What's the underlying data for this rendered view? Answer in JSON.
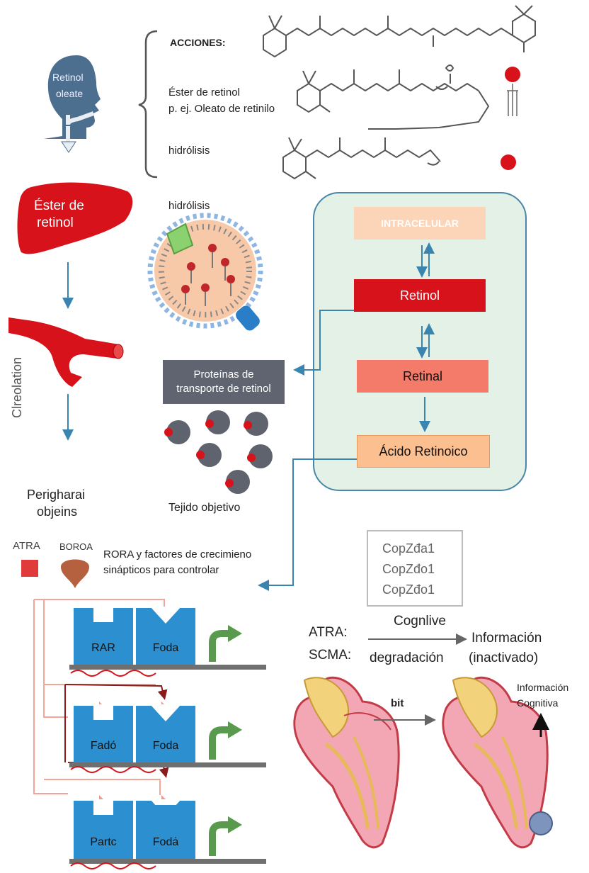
{
  "head": {
    "line1": "Retinol",
    "line2": "oleate"
  },
  "actions": {
    "title": "ACCIONES:",
    "ester_line1": "Éster de retinol",
    "ester_line2": "p. ej. Oleato de retinilo",
    "hydrolysis": "hidrólisis"
  },
  "liver": {
    "line1": "Éster de",
    "line2": "retinol"
  },
  "micelle_label": "hidrólisis",
  "circulation_label": "Clreolation",
  "peripheral": {
    "line1": "Perigharai",
    "line2": "objeins"
  },
  "transport_box": {
    "line1": "Proteínas de",
    "line2": "transporte de retinol"
  },
  "target_tissue": "Tejido objetivo",
  "intracellular": {
    "header": "INTRACELULAR",
    "retinol": "Retinol",
    "retinal": "Retinal",
    "acid": "Ácido Retinoico"
  },
  "legend": {
    "atra": "ATRA",
    "boroa": "BOROA"
  },
  "rora": {
    "line1": "RORA y factores de crecimieno",
    "line2": "sinápticos para controlar"
  },
  "gene_rows": [
    {
      "left": "RAR",
      "right": "Foda"
    },
    {
      "left": "Fadó",
      "right": "Foda"
    },
    {
      "left": "Partc",
      "right": "Fodȧ"
    }
  ],
  "copy_box": [
    "CopZđa1",
    "CopZđo1",
    "CopZđo1"
  ],
  "cognition": {
    "atra": "ATRA:",
    "scma": "SCMA:",
    "cognlive": "Cognlive",
    "degradation": "degradación",
    "info": "Información",
    "inactivated": "(inactivado)"
  },
  "heart_arrow_label": "bit",
  "info_cognitive": {
    "line1": "Información",
    "line2": "Cognitiva"
  },
  "colors": {
    "red": "#d7121b",
    "salmon": "#f47a6a",
    "peach": "#fcbf8f",
    "blue": "#2b8fd0",
    "teal_line": "#3a84b0",
    "green_arrow": "#5a9a4e",
    "panel_bg": "#e4f1e7",
    "transport_gray": "#5f6470"
  }
}
